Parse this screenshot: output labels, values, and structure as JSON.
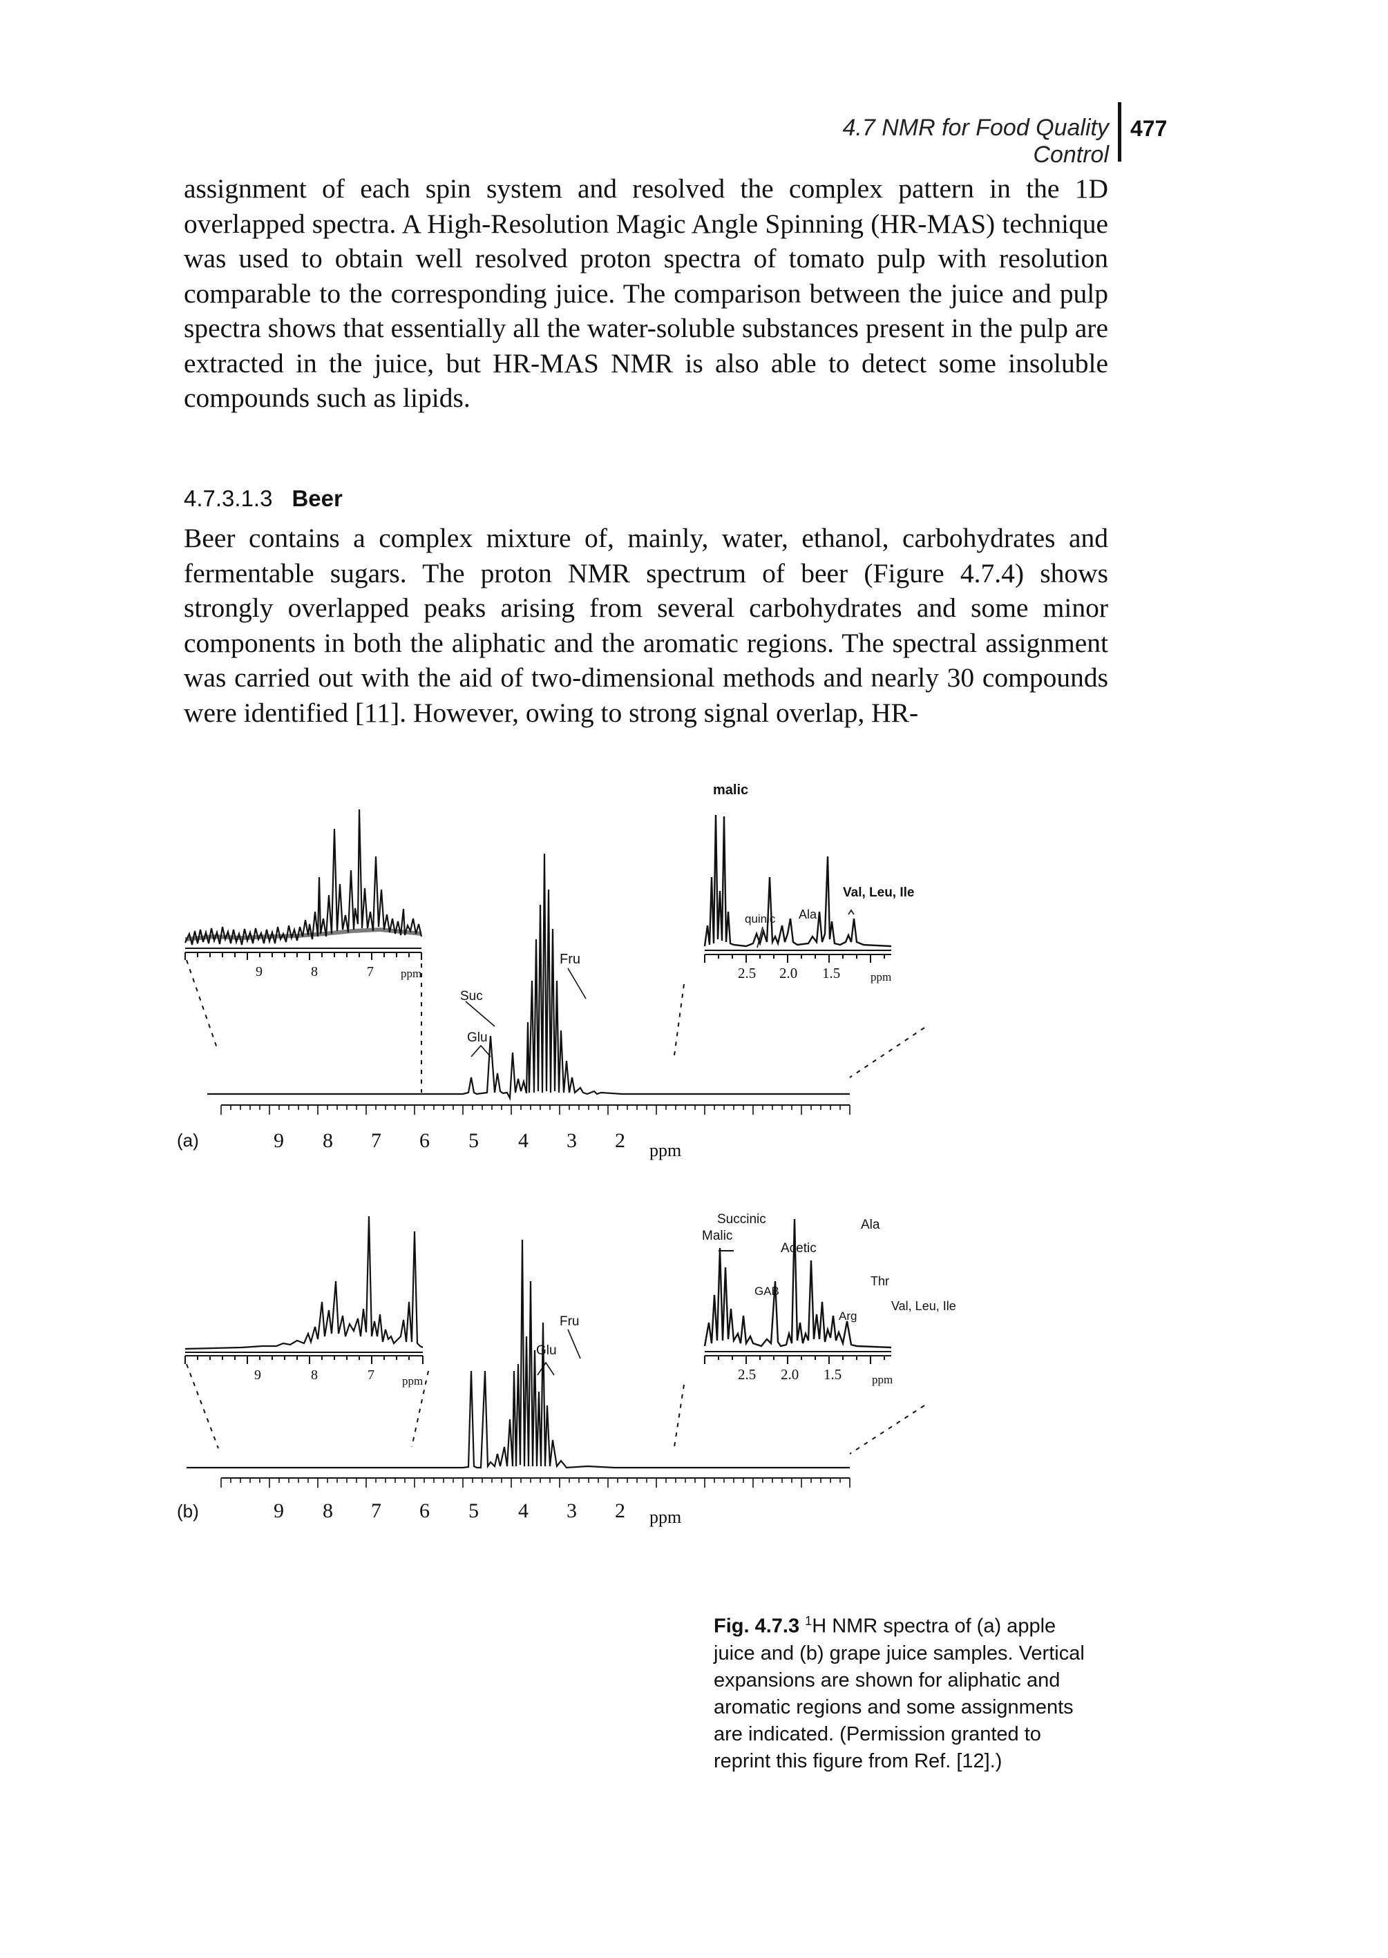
{
  "header": {
    "running_title": "4.7  NMR for Food Quality Control",
    "page_number": "477"
  },
  "body": {
    "paragraph_1": "assignment of each spin system and resolved the complex pattern in the 1D overlapped spectra. A High-Resolution Magic Angle Spinning (HR-MAS) technique was used to obtain well resolved proton spectra of tomato pulp with resolution comparable to the corresponding juice. The comparison between the juice and pulp spectra shows that essentially all the water-soluble substances present in the pulp are extracted in the juice, but HR-MAS NMR is also able to detect some insoluble compounds such as lipids.",
    "section_number": "4.7.3.1.3",
    "section_title": "Beer",
    "paragraph_2": "Beer contains a complex mixture of, mainly, water, ethanol, carbohydrates and fermentable sugars. The proton NMR spectrum of beer (Figure 4.7.4) shows strongly overlapped peaks arising from several carbohydrates and some minor components in both the aliphatic and the aromatic regions. The spectral assignment was carried out with the aid of two-dimensional methods and nearly 30 compounds were identified [11]. However, owing to strong signal overlap, HR-"
  },
  "figure": {
    "panel_a": {
      "label": "(a)",
      "main_axis_ticks": [
        "9",
        "8",
        "7",
        "6",
        "5",
        "4",
        "3",
        "2"
      ],
      "main_axis_unit": "ppm",
      "left_inset_ticks": [
        "9",
        "8",
        "7"
      ],
      "left_inset_unit": "ppm",
      "right_inset_ticks": [
        "2.5",
        "2.0",
        "1.5"
      ],
      "right_inset_unit": "ppm",
      "labels": {
        "malic": "malic",
        "quinic": "quinic",
        "ala": "Ala",
        "val_leu_ile": "Val, Leu, Ile",
        "fru": "Fru",
        "suc": "Suc",
        "glu": "Glu"
      }
    },
    "panel_b": {
      "label": "(b)",
      "main_axis_ticks": [
        "9",
        "8",
        "7",
        "6",
        "5",
        "4",
        "3",
        "2"
      ],
      "main_axis_unit": "ppm",
      "left_inset_ticks": [
        "9",
        "8",
        "7"
      ],
      "left_inset_unit": "ppm",
      "right_inset_ticks": [
        "2.5",
        "2.0",
        "1.5"
      ],
      "right_inset_unit": "ppm",
      "labels": {
        "succinic": "Succinic",
        "malic": "Malic",
        "acetic": "Acetic",
        "ala": "Ala",
        "gab": "GAB",
        "thr": "Thr",
        "arg": "Arg",
        "val_leu_ile": "Val, Leu, Ile",
        "fru": "Fru",
        "glu": "Glu"
      }
    }
  },
  "caption": {
    "label": "Fig. 4.7.3",
    "superscript": "1",
    "text": "H NMR spectra of (a) apple juice and (b) grape juice samples. Vertical expansions are shown for aliphatic and aromatic regions and some assignments are indicated. (Permission granted to reprint this figure from Ref. [12].)"
  }
}
